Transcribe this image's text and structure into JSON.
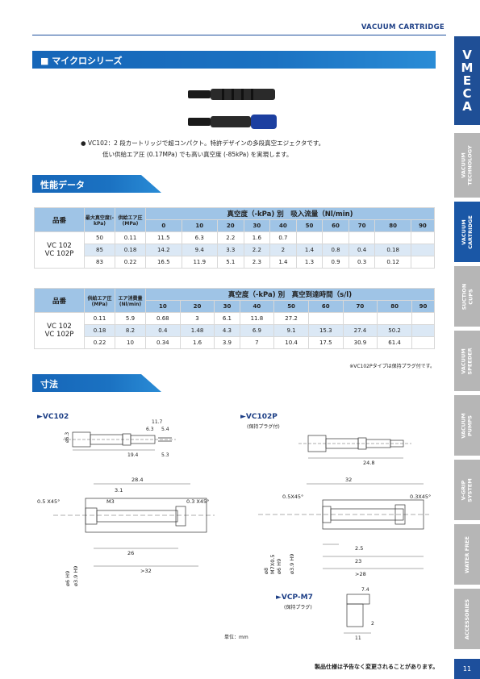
{
  "header": {
    "title": "VACUUM CARTRIDGE"
  },
  "sections": {
    "micro": "■ マイクロシリーズ",
    "perf": "性能データ",
    "dim": "寸法"
  },
  "intro": {
    "line1": "● VC102：2 段カートリッジで超コンパクト。特許デザインの多段真空エジェクタです。",
    "line2": "低い供給エア圧 (0.17MPa) でも高い真空度 (-85kPa) を実現します。"
  },
  "sidebar": {
    "logo": "VMECA",
    "tabs": [
      "VACUUM TECHNOLOGY",
      "VACUUM CARTRIDGE",
      "SUCTION CUPS",
      "VACUUM SPEEDER",
      "VACUUM PUMPS",
      "V-GRIP SYSTEM",
      "WATER FREE",
      "ACCESSORIES"
    ]
  },
  "table1": {
    "h_model": "品番",
    "h_maxvac": "最大真空度(-kPa)",
    "h_supply": "供給エア圧(MPa)",
    "h_group": "真空度（-kPa) 別　吸入流量（Nl/min)",
    "cols": [
      "0",
      "10",
      "20",
      "30",
      "40",
      "50",
      "60",
      "70",
      "80",
      "90"
    ],
    "model": "VC 102\nVC 102P",
    "rows": [
      {
        "maxvac": "50",
        "supply": "0.11",
        "v": [
          "11.5",
          "6.3",
          "2.2",
          "1.6",
          "0.7",
          "",
          "",
          "",
          "",
          ""
        ]
      },
      {
        "maxvac": "85",
        "supply": "0.18",
        "v": [
          "14.2",
          "9.4",
          "3.3",
          "2.2",
          "2",
          "1.4",
          "0.8",
          "0.4",
          "0.18",
          ""
        ]
      },
      {
        "maxvac": "83",
        "supply": "0.22",
        "v": [
          "16.5",
          "11.9",
          "5.1",
          "2.3",
          "1.4",
          "1.3",
          "0.9",
          "0.3",
          "0.12",
          ""
        ]
      }
    ]
  },
  "table2": {
    "h_model": "品番",
    "h_supply": "供給エア圧(MPa)",
    "h_air": "エア消費量(Nl/min)",
    "h_group": "真空度（-kPa) 別　真空到達時間（s/l)",
    "cols": [
      "10",
      "20",
      "30",
      "40",
      "50",
      "60",
      "70",
      "80",
      "90"
    ],
    "model": "VC 102\nVC 102P",
    "rows": [
      {
        "supply": "0.11",
        "air": "5.9",
        "v": [
          "0.68",
          "3",
          "6.1",
          "11.8",
          "27.2",
          "",
          "",
          "",
          ""
        ]
      },
      {
        "supply": "0.18",
        "air": "8.2",
        "v": [
          "0.4",
          "1.48",
          "4.3",
          "6.9",
          "9.1",
          "15.3",
          "27.4",
          "50.2",
          ""
        ]
      },
      {
        "supply": "0.22",
        "air": "10",
        "v": [
          "0.34",
          "1.6",
          "3.9",
          "7",
          "10.4",
          "17.5",
          "30.9",
          "61.4",
          ""
        ]
      }
    ],
    "note": "※VC102Pタイプは保持プラグ付です。"
  },
  "dims": {
    "vc102": "►VC102",
    "vc102p": "►VC102P",
    "vc102p_sub": "(保持プラグ付)",
    "vcpm7": "►VCP-M7",
    "vcpm7_sub": "(保持プラグ)",
    "unit": "単位：mm"
  },
  "footer": {
    "note": "製品仕様は予告なく変更されることがあります。",
    "page": "11"
  }
}
